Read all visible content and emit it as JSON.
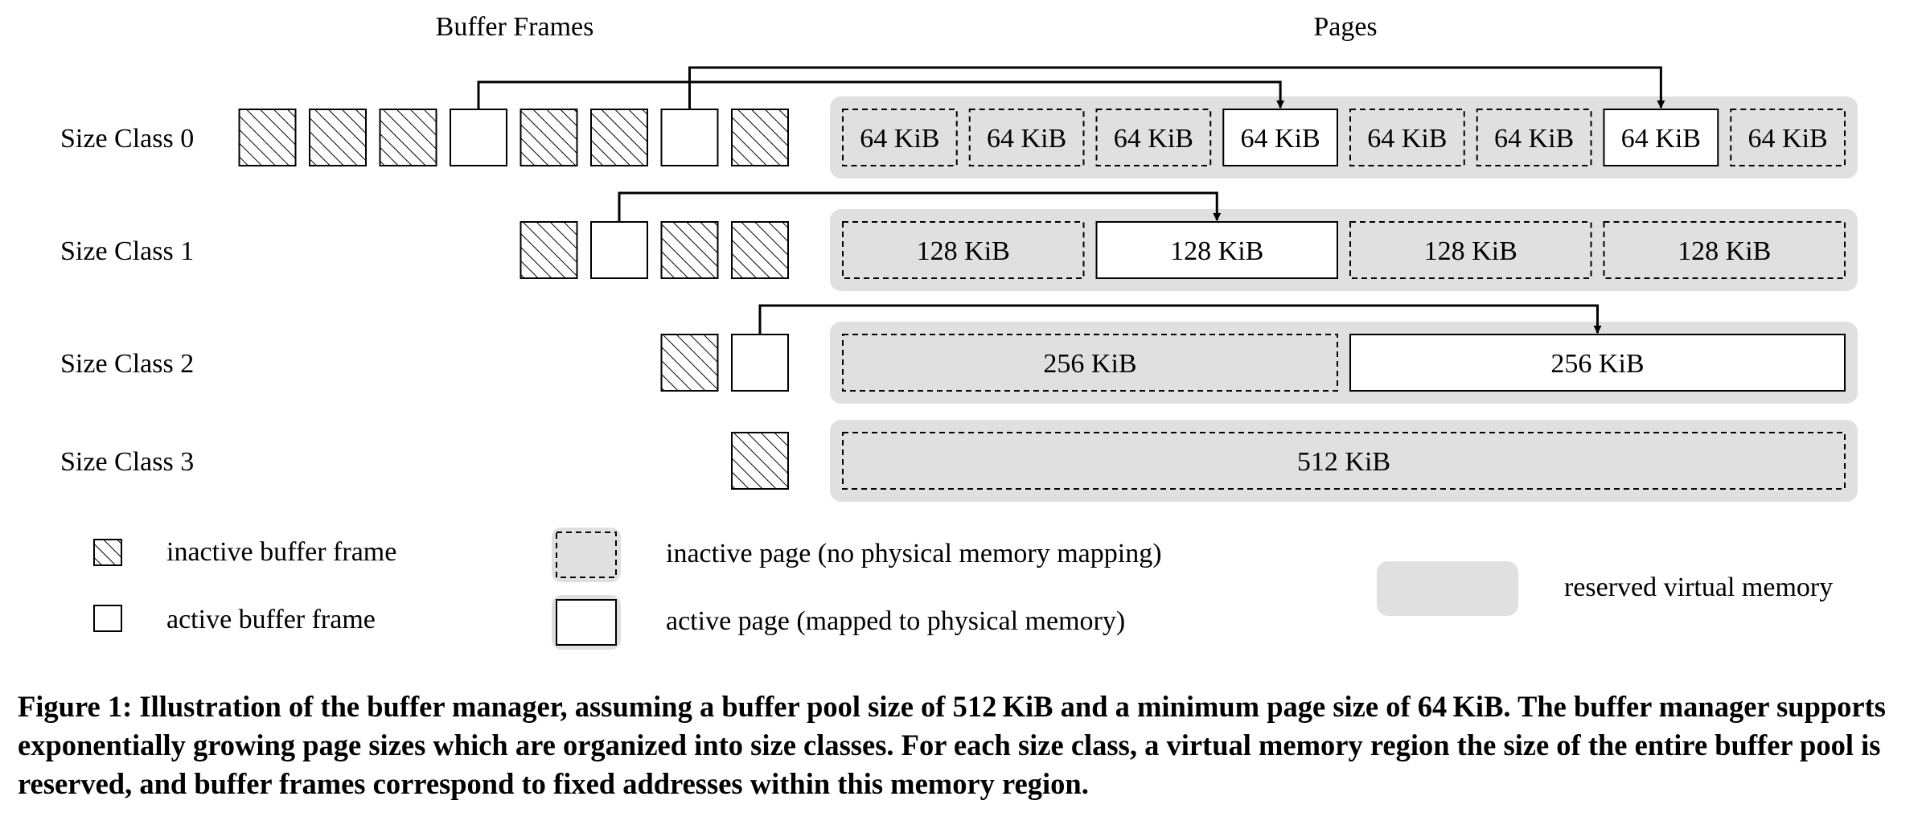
{
  "headers": {
    "buffer_frames": "Buffer Frames",
    "pages": "Pages"
  },
  "size_classes": [
    {
      "label": "Size Class 0",
      "frames": [
        "inactive",
        "inactive",
        "inactive",
        "active",
        "inactive",
        "inactive",
        "active",
        "inactive"
      ],
      "pages": [
        {
          "label": "64 KiB",
          "state": "inactive"
        },
        {
          "label": "64 KiB",
          "state": "inactive"
        },
        {
          "label": "64 KiB",
          "state": "inactive"
        },
        {
          "label": "64 KiB",
          "state": "active"
        },
        {
          "label": "64 KiB",
          "state": "inactive"
        },
        {
          "label": "64 KiB",
          "state": "inactive"
        },
        {
          "label": "64 KiB",
          "state": "active"
        },
        {
          "label": "64 KiB",
          "state": "inactive"
        }
      ],
      "mappings": [
        {
          "frame": 3,
          "page": 3
        },
        {
          "frame": 6,
          "page": 6
        }
      ]
    },
    {
      "label": "Size Class 1",
      "frames": [
        "inactive",
        "active",
        "inactive",
        "inactive"
      ],
      "pages": [
        {
          "label": "128 KiB",
          "state": "inactive"
        },
        {
          "label": "128 KiB",
          "state": "active"
        },
        {
          "label": "128 KiB",
          "state": "inactive"
        },
        {
          "label": "128 KiB",
          "state": "inactive"
        }
      ],
      "mappings": [
        {
          "frame": 1,
          "page": 1
        }
      ]
    },
    {
      "label": "Size Class 2",
      "frames": [
        "inactive",
        "active"
      ],
      "pages": [
        {
          "label": "256 KiB",
          "state": "inactive"
        },
        {
          "label": "256 KiB",
          "state": "active"
        }
      ],
      "mappings": [
        {
          "frame": 1,
          "page": 1
        }
      ]
    },
    {
      "label": "Size Class 3",
      "frames": [
        "inactive"
      ],
      "pages": [
        {
          "label": "512 KiB",
          "state": "inactive"
        }
      ],
      "mappings": []
    }
  ],
  "legend": {
    "inactive_frame": "inactive buffer frame",
    "active_frame": "active buffer frame",
    "inactive_page": "inactive page (no physical memory mapping)",
    "active_page": "active page (mapped to physical memory)",
    "reserved": "reserved virtual memory"
  },
  "colors": {
    "reserved_fill": "#e0e0e0",
    "stroke": "#000000",
    "page_fill_active": "#ffffff"
  },
  "caption": "Figure 1: Illustration of the buffer manager, assuming a buffer pool size of 512 KiB and a minimum page size of 64 KiB. The buffer manager supports exponentially growing page sizes which are organized into size classes. For each size class, a virtual memory region the size of the entire buffer pool is reserved, and buffer frames correspond to fixed addresses within this memory region."
}
